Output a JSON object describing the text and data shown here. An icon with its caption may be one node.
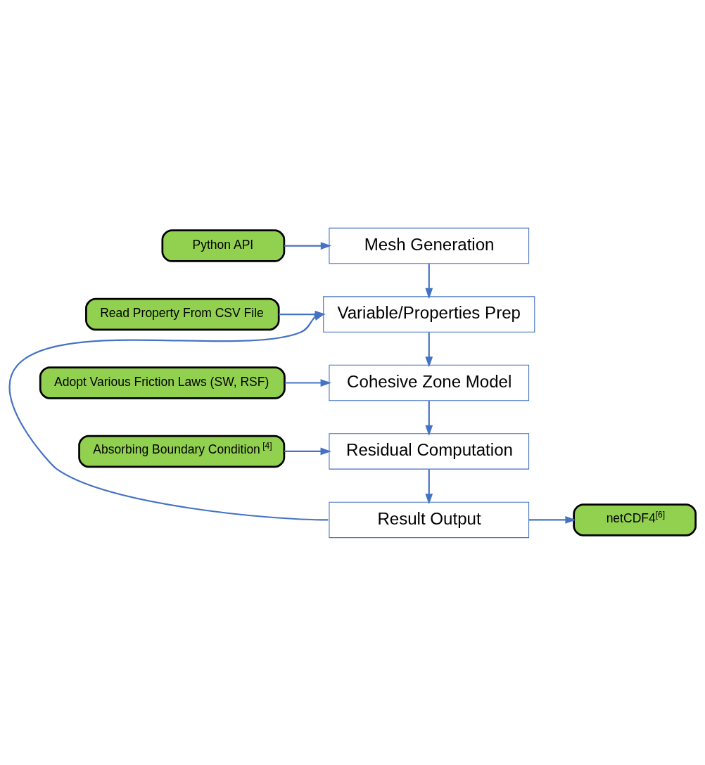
{
  "diagram": {
    "nodes": [
      {
        "text": [
          "Mesh Generation"
        ]
      },
      {
        "text": [
          "Python API"
        ]
      },
      {
        "text": [
          "Variable/Properties Prep"
        ]
      },
      {
        "text": [
          "Read Property From CSV File"
        ]
      },
      {
        "text": [
          "Cohesive Zone Model"
        ]
      },
      {
        "text": [
          "Adopt Various Friction Laws (SW, RSF)"
        ]
      },
      {
        "text": [
          "Residual Computation"
        ]
      },
      {
        "text": [
          "Absorbing Boundary Condition$^{[4]}$"
        ]
      },
      {
        "text": [
          "Result Output"
        ]
      },
      {
        "text": [
          "netCDF4$^{[6]}$"
        ]
      }
    ],
    "edges": [
      {
        "from": 1,
        "to": 0,
        "arrow": "to"
      },
      {
        "from": 0,
        "to": 2,
        "arrow": "to"
      },
      {
        "from": 3,
        "to": 2,
        "arrow": "to"
      },
      {
        "from": 2,
        "to": 4,
        "arrow": "to"
      },
      {
        "from": 5,
        "to": 4,
        "arrow": "to"
      },
      {
        "from": 4,
        "to": 6,
        "arrow": "to"
      },
      {
        "from": 7,
        "to": 6,
        "arrow": "to"
      },
      {
        "from": 6,
        "to": 8,
        "arrow": "to"
      },
      {
        "from": 8,
        "to": 9,
        "arrow": "to"
      },
      {
        "from": 8,
        "to": 2,
        "arrow": "to"
      }
    ]
  }
}
